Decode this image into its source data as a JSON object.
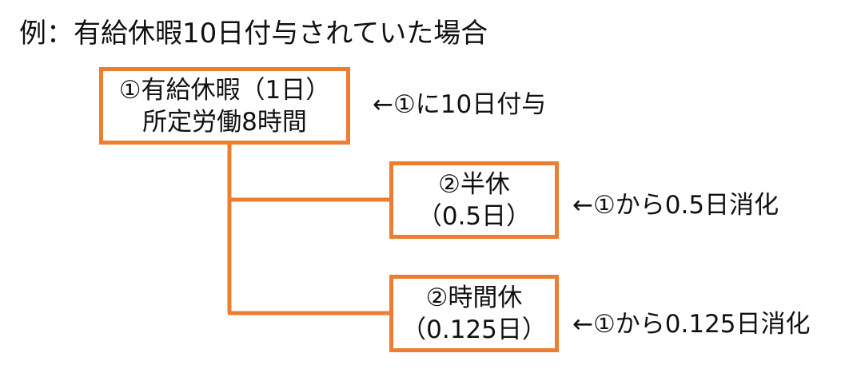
{
  "caption": "例：有給休暇10日付与されていた場合",
  "nodes": {
    "main": {
      "line1": "①有給休暇（1日）",
      "line2": "所定労働8時間"
    },
    "half": {
      "line1": "②半休",
      "line2": "（0.5日）"
    },
    "hour": {
      "line1": "②時間休",
      "line2": "（0.125日）"
    }
  },
  "notes": {
    "main": "←①に10日付与",
    "half": "←①から0.5日消化",
    "hour": "←①から0.125日消化"
  },
  "colors": {
    "accent": "#ED7D31",
    "text": "#111111",
    "background": "#FFFFFF"
  }
}
